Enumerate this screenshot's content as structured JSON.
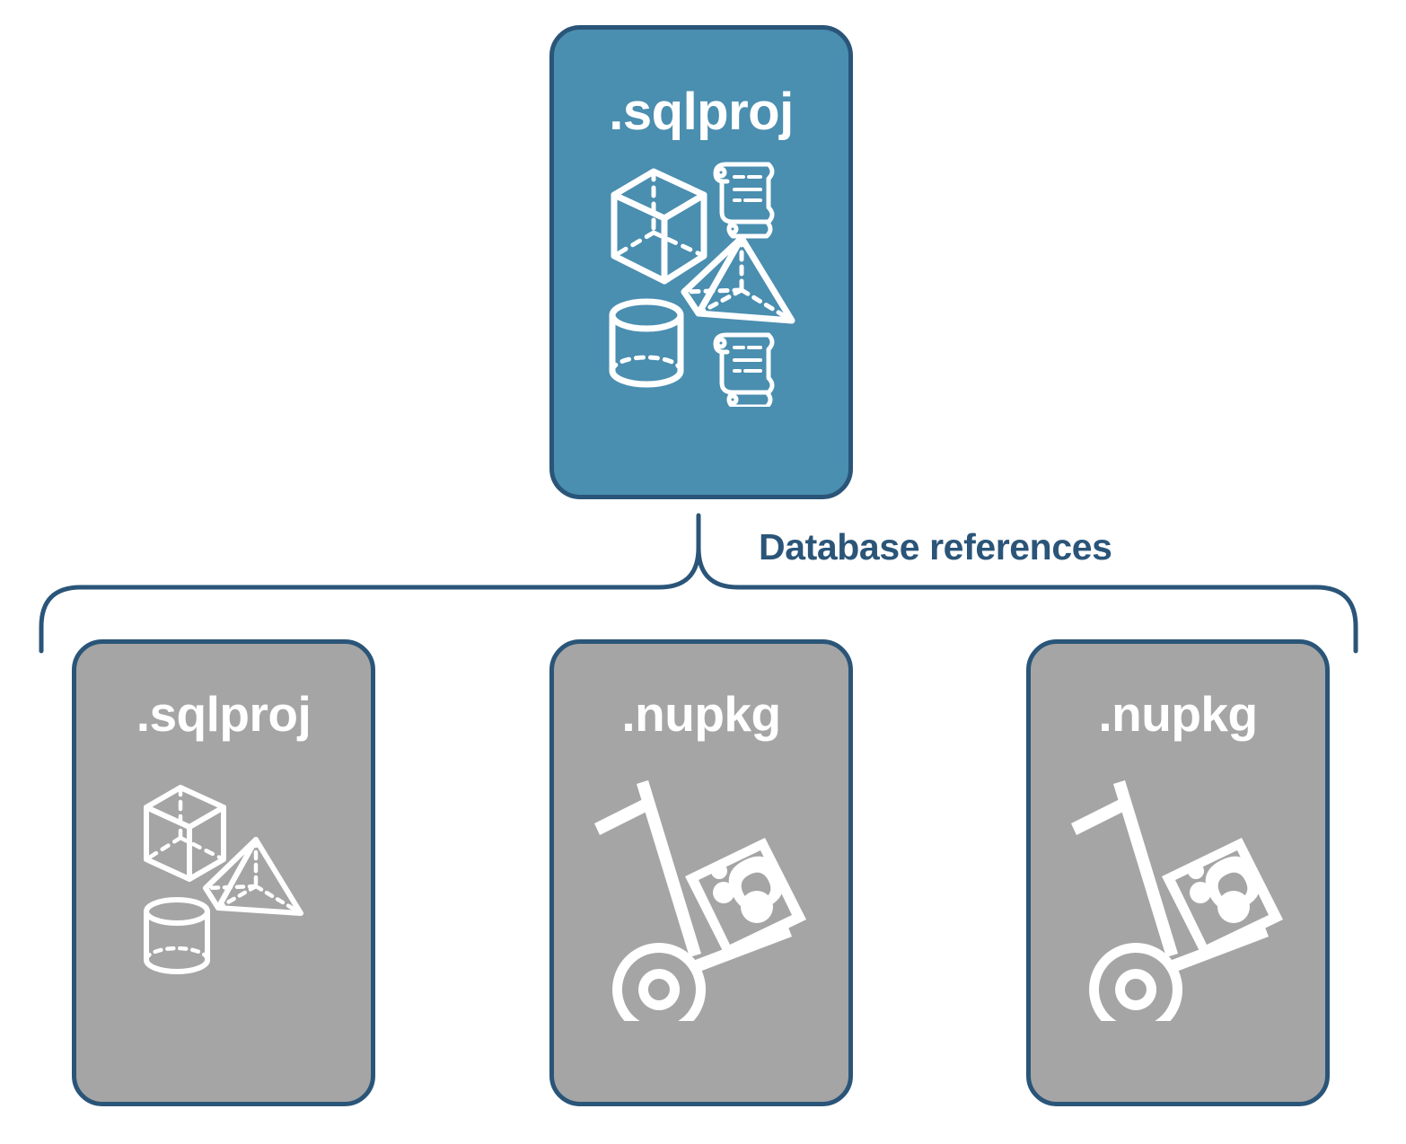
{
  "diagram": {
    "title": "Database references",
    "colors": {
      "primary_card_fill": "#4a8eb0",
      "secondary_card_fill": "#a5a5a5",
      "card_border": "#2a5578",
      "label_text": "#2a5578",
      "card_title_text": "#ffffff",
      "icon_stroke": "#ffffff",
      "background": "#ffffff"
    },
    "root_node": {
      "id": "card-root",
      "label": ".sqlproj",
      "kind": "primary",
      "icons": [
        "cube-icon",
        "pyramid-icon",
        "cylinder-icon",
        "scroll-icon",
        "scroll-icon"
      ]
    },
    "connector": {
      "type": "curly-brace",
      "label": "Database references",
      "direction": "top-to-bottom",
      "branch_count": 3
    },
    "referenced_nodes": [
      {
        "id": "card-ref-sqlproj",
        "label": ".sqlproj",
        "kind": "secondary",
        "icons": [
          "cube-icon",
          "pyramid-icon",
          "cylinder-icon"
        ]
      },
      {
        "id": "card-ref-nupkg-1",
        "label": ".nupkg",
        "kind": "secondary",
        "icons": [
          "nuget-package-dolly-icon"
        ]
      },
      {
        "id": "card-ref-nupkg-2",
        "label": ".nupkg",
        "kind": "secondary",
        "icons": [
          "nuget-package-dolly-icon"
        ]
      }
    ]
  }
}
